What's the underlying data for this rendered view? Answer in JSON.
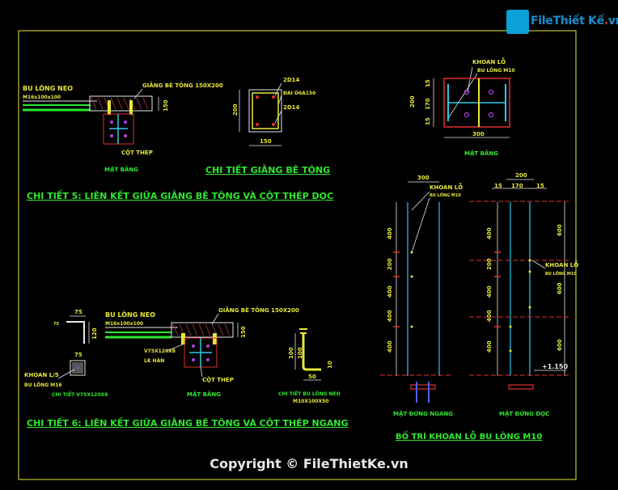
{
  "logo": {
    "brand_file": "File",
    "brand_name": "Thiết Kế",
    "brand_dot": ".",
    "brand_tld": "vn"
  },
  "copyright": "Copyright © FileThietKe.vn",
  "detail5": {
    "title": "CHI TIẾT 5: LIÊN KẾT GIỮA GIẰNG BÊ TÔNG VÀ CỘT THÉP DỌC",
    "bolt_label": "BU LÔNG NEO",
    "bolt_spec": "M16x100x100",
    "beam_label": "GIẰNG BÊ TÔNG 150X200",
    "dim_150": "150",
    "column_label": "CỘT THÉP",
    "plan_label": "MẶT BẰNG"
  },
  "beam_detail": {
    "title": "CHI TIẾT GIẰNG BÊ TÔNG",
    "top_bars": "2D14",
    "stirrup": "ĐAI D6A150",
    "bottom_bars": "2D14",
    "dim_height": "200",
    "dim_width": "150"
  },
  "plate_detail": {
    "drill_label": "KHOAN LỖ",
    "bolt_label": "BU LÔNG M10",
    "dim_200": "200",
    "dim_15a": "15",
    "dim_170": "170",
    "dim_15b": "15",
    "dim_300": "300",
    "plan_label": "MẶT BẰNG"
  },
  "detail6": {
    "title": "CHI TIẾT 6: LIÊN KẾT GIỮA GIẰNG BÊ TÔNG VÀ CỘT THÉP NGANG",
    "angle_dim_75a": "75",
    "angle_dim_120": "120",
    "angle_dim_75b": "75",
    "angle_dim_75c": "75",
    "drill_label": "KHOAN L/5",
    "bolt_label": "BU LÔNG M16",
    "angle_label": "CHI TIẾT V75X120X8",
    "bolt_neo": "BU LÔNG NEO",
    "bolt_spec": "M16x100x100",
    "beam_label": "GIẰNG BÊ TÔNG 150X200",
    "dim_150": "150",
    "angle_ref": "V75X120X8",
    "link_label": "LK HÀN",
    "column_label": "CỘT THÉP",
    "plan_label": "MẶT BẰNG",
    "anchor_dim_100a": "100",
    "anchor_dim_100b": "100",
    "anchor_dim_50": "50",
    "anchor_dim_10": "10",
    "anchor_label": "CHI TIẾT BU LÔNG NEO",
    "anchor_spec": "M10X100X50"
  },
  "elevation_h": {
    "dim_top": "300",
    "drill_label": "KHOAN LỖ",
    "bolt_label": "BU LÔNG M10",
    "dims": [
      "400",
      "200",
      "400",
      "400",
      "400"
    ],
    "label": "MẶT ĐỨNG NGANG"
  },
  "elevation_v": {
    "dim_top": "200",
    "dim_15a": "15",
    "dim_170": "170",
    "dim_15b": "15",
    "drill_label": "KHOAN LỖ",
    "bolt_label": "BU LÔNG M10",
    "dims_left": [
      "400",
      "200",
      "400",
      "400",
      "400"
    ],
    "dims_right": [
      "600",
      "600",
      "600"
    ],
    "level": "+1.150",
    "label": "MẶT ĐỨNG DỌC"
  },
  "layout_title": "BỐ TRÍ KHOAN LỖ BU LÔNG M10"
}
